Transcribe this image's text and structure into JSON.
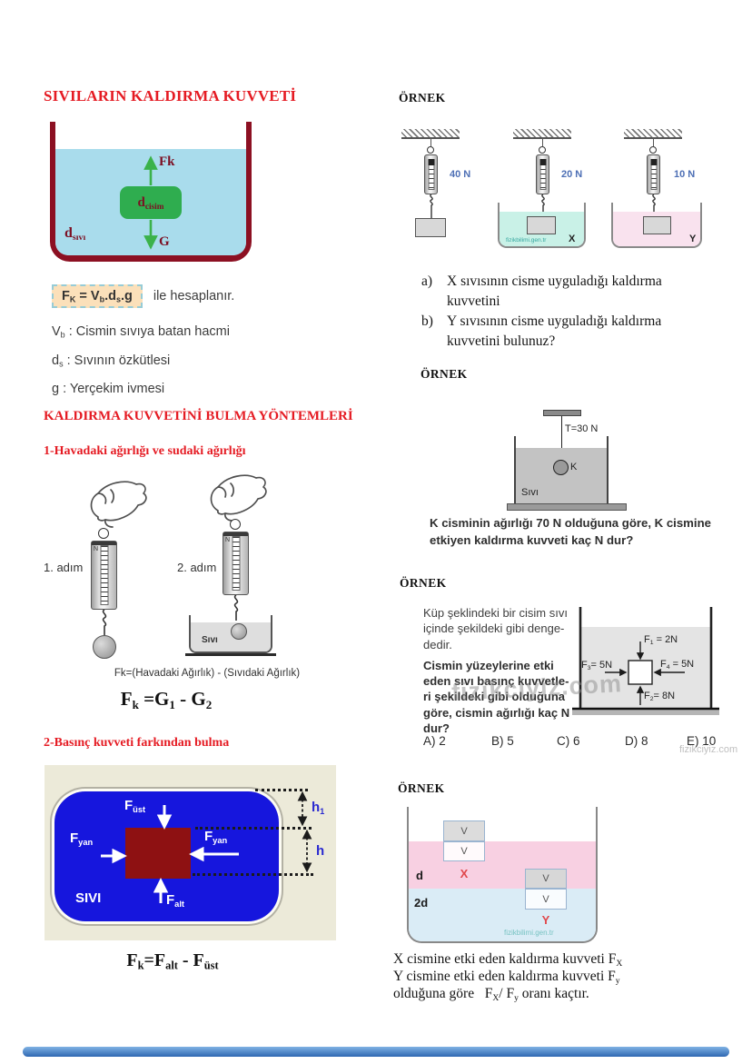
{
  "colors": {
    "heading_red": "#e51b23",
    "reading_blue": "#4d6fb5",
    "dimension_blue": "#2a2ad0",
    "liquid_cyan": "#c9f1e7",
    "liquid_pink": "#f9e2ee",
    "layer_pink": "#f8d0e2",
    "layer_light_blue": "#daecf6",
    "tank_liquid_gray": "#c3c3c3",
    "pressure_fluid_blue": "#1616dd",
    "cube_dark_red": "#8e1112",
    "beaker_water_blue": "#a9dcec",
    "beaker_border_red": "#8c1022",
    "object_green": "#2fad4f",
    "formula_box_bg": "#fbe0ba",
    "bottom_bar_blue": "#2e67b2",
    "watermark_teal": "#35a79f"
  },
  "left": {
    "title": "SIVILARIN KALDIRMA KUVVETİ",
    "fig1": {
      "fk": "Fk",
      "g": "G",
      "dcisim": [
        "d",
        "cisim"
      ],
      "dsivi": [
        "d",
        "sıvı"
      ]
    },
    "formula1": {
      "parts": [
        "F",
        "K",
        " = V",
        "b",
        ".d",
        "s",
        ".g"
      ],
      "suffix": "ile hesaplanır."
    },
    "defs": [
      {
        "sym": "V",
        "sub": "b",
        "text": " : Cismin sıvıya batan hacmi"
      },
      {
        "sym": "d",
        "sub": "s",
        "text": " : Sıvının özkütlesi"
      },
      {
        "sym": "g",
        "sub": "",
        "text": " : Yerçekim ivmesi"
      }
    ],
    "heading2": "KALDIRMA KUVVETİNİ BULMA YÖNTEMLERİ",
    "method1": "1-Havadaki ağırlığı ve sudaki ağırlığı",
    "fig2": {
      "step1": "1. adım",
      "step2": "2. adım",
      "unit": "N",
      "sivi": "Sıvı",
      "caption": "Fk=(Havadaki Ağırlık) - (Sıvıdaki Ağırlık)"
    },
    "formula2": [
      "F",
      "k",
      " =G",
      "1",
      " - G",
      "2"
    ],
    "method2": "2-Basınç kuvveti farkından bulma",
    "fig3": {
      "fust": [
        "F",
        "üst"
      ],
      "fyan_left": [
        "F",
        "yan"
      ],
      "fyan_right": [
        "F",
        "yan"
      ],
      "falt": [
        "F",
        "alt"
      ],
      "sivi": "SIVI",
      "h1": [
        "h",
        "1"
      ],
      "h": "h"
    },
    "formula3": [
      "F",
      "k",
      "=F",
      "alt",
      " - F",
      "üst"
    ]
  },
  "right": {
    "ornek": "ÖRNEK",
    "ex1": {
      "readings": [
        "40 N",
        "20 N",
        "10 N"
      ],
      "x": "X",
      "y": "Y",
      "watermark": "fizikbilimi.gen.tr",
      "qa_label": "a)",
      "qa_line1": "X sıvısının cisme uyguladığı kaldırma",
      "qa_line2": "kuvvetini",
      "qb_label": "b)",
      "qb_line1": "Y sıvısının cisme uyguladığı kaldırma",
      "qb_line2": "kuvvetini bulunuz?"
    },
    "ex2": {
      "tension": "T=30 N",
      "k": "K",
      "sivi": "Sıvı",
      "q_line1": "K cisminin ağırlığı 70 N olduğuna göre, K cismine",
      "q_line2": "etkiyen kaldırma kuvveti kaç N dur?"
    },
    "ex3": {
      "p1": [
        "Küp şeklindeki bir cisim sıvı",
        "içinde şekildeki gibi denge-",
        "dedir."
      ],
      "p2": [
        "Cismin yüzeylerine etki",
        "eden sıvı basınç kuvvetle-",
        "ri şekildeki gibi olduğuna",
        "göre, cismin ağırlığı kaç N",
        "dur?"
      ],
      "f1": [
        "F",
        "1",
        " = 2N"
      ],
      "f2": [
        "F",
        "2",
        "= 8N"
      ],
      "f3": [
        "F",
        "3",
        "= 5N"
      ],
      "f4": [
        "F",
        "4",
        " = 5N"
      ],
      "answers": [
        "A) 2",
        "B) 5",
        "C) 6",
        "D) 8",
        "E) 10"
      ],
      "watermark_big": "fizikciyiz.com",
      "watermark_small": "fizikciyiz.com"
    },
    "ex4": {
      "v": "V",
      "d": "d",
      "d2": "2d",
      "x": "X",
      "y": "Y",
      "watermark": "fizikbilimi.gen.tr",
      "l1": [
        "X cismine etki eden kaldırma kuvveti F",
        "X"
      ],
      "l2": [
        "Y cismine etki eden kaldırma kuvveti F",
        "y"
      ],
      "l3": [
        "olduğuna göre   F",
        "X",
        "/ F",
        "y",
        " oranı kaçtır."
      ]
    }
  }
}
